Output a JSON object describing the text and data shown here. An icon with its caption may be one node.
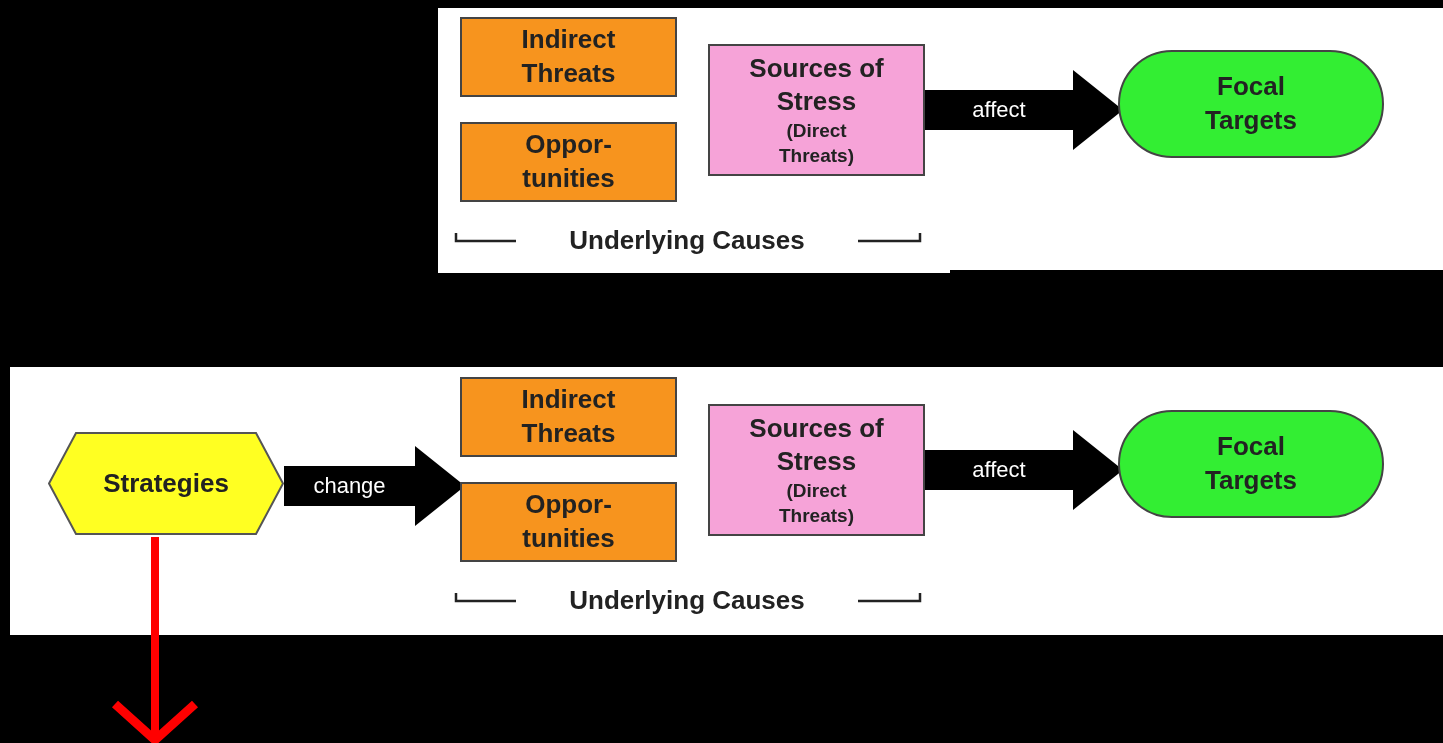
{
  "diagram": {
    "nodes": [
      {
        "text": [
          "Indirect Threats"
        ]
      },
      {
        "text": [
          "Oppor- tunities"
        ]
      },
      {
        "text": [
          "Sources of Stress",
          "(Direct Threats)"
        ]
      },
      {
        "text": [
          "Focal Targets"
        ]
      },
      {
        "text": [
          "Strategies"
        ]
      },
      {
        "text": [
          "Indirect Threats"
        ]
      },
      {
        "text": [
          "Oppor- tunities"
        ]
      },
      {
        "text": [
          "Sources of Stress",
          "(Direct Threats)"
        ]
      },
      {
        "text": [
          "Focal Targets"
        ]
      }
    ],
    "edges": [
      {
        "from": 2,
        "to": 3,
        "arrow": "to",
        "label": "affect"
      },
      {
        "from": 4,
        "to": 6,
        "arrow": "to",
        "label": "change"
      },
      {
        "from": 7,
        "to": 8,
        "arrow": "to",
        "label": "affect"
      },
      {
        "from": 4,
        "to": null,
        "arrow": "to",
        "color": "#ff0000"
      }
    ],
    "labels": [
      "Underlying Causes",
      "Underlying Causes"
    ]
  }
}
